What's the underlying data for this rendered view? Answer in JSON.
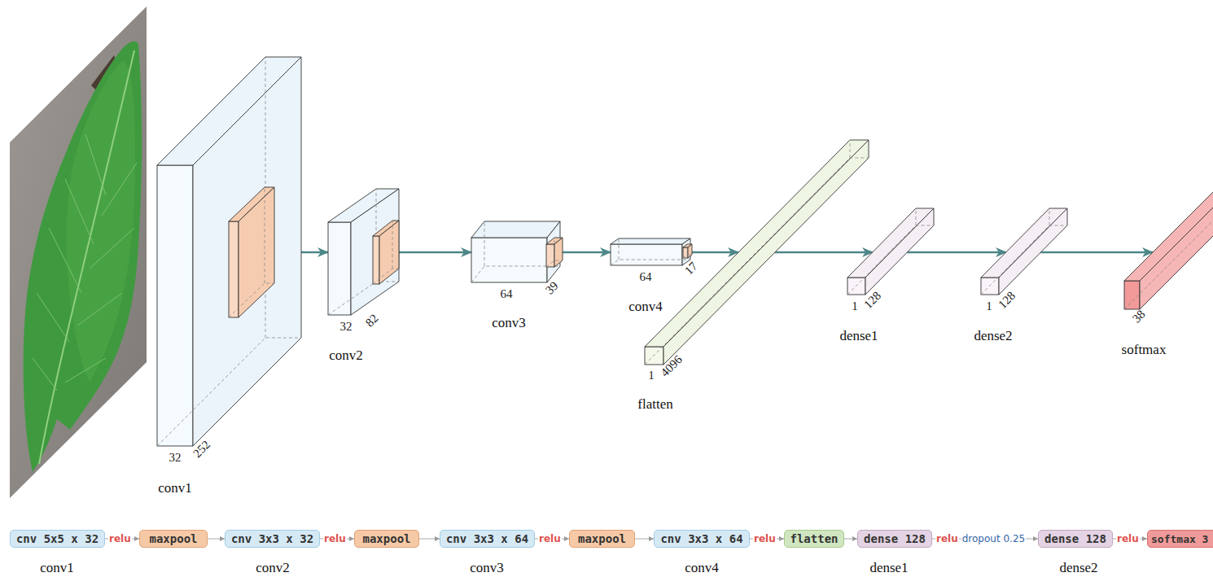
{
  "diagram": {
    "nodes": [
      {
        "text": [
          "32",
          "252",
          "conv1"
        ]
      },
      {
        "text": [
          "32",
          "82",
          "conv2"
        ]
      },
      {
        "text": [
          "64",
          "39",
          "conv3"
        ]
      },
      {
        "text": [
          "64",
          "17",
          "conv4"
        ]
      },
      {
        "text": [
          "1",
          "4096",
          "flatten"
        ]
      },
      {
        "text": [
          "1",
          "128",
          "dense1"
        ]
      },
      {
        "text": [
          "1",
          "128",
          "dense2"
        ]
      },
      {
        "text": [
          "38",
          "softmax"
        ]
      },
      {
        "text": [
          "cnv 5x5 x 32"
        ]
      },
      {
        "text": [
          "maxpool"
        ]
      },
      {
        "text": [
          "cnv 3x3 x 32"
        ]
      },
      {
        "text": [
          "maxpool"
        ]
      },
      {
        "text": [
          "cnv 3x3 x 64"
        ]
      },
      {
        "text": [
          "maxpool"
        ]
      },
      {
        "text": [
          "cnv 3x3 x 64"
        ]
      },
      {
        "text": [
          "flatten"
        ]
      },
      {
        "text": [
          "dense 128"
        ]
      },
      {
        "text": [
          "dense 128"
        ]
      },
      {
        "text": [
          "softmax 3"
        ]
      }
    ],
    "edges": [
      {
        "from": 0,
        "to": 1,
        "arrow": "to"
      },
      {
        "from": 1,
        "to": 2,
        "arrow": "to"
      },
      {
        "from": 2,
        "to": 3,
        "arrow": "to"
      },
      {
        "from": 3,
        "to": 4,
        "arrow": "to"
      },
      {
        "from": 4,
        "to": 5,
        "arrow": "to"
      },
      {
        "from": 5,
        "to": 6,
        "arrow": "to"
      },
      {
        "from": 6,
        "to": 7,
        "arrow": "to"
      },
      {
        "from": 8,
        "to": 9,
        "label": "relu",
        "arrow": "to"
      },
      {
        "from": 9,
        "to": 10,
        "arrow": "to"
      },
      {
        "from": 10,
        "to": 11,
        "label": "relu",
        "arrow": "to"
      },
      {
        "from": 11,
        "to": 12,
        "arrow": "to"
      },
      {
        "from": 12,
        "to": 13,
        "label": "relu",
        "arrow": "to"
      },
      {
        "from": 13,
        "to": 14,
        "arrow": "to"
      },
      {
        "from": 14,
        "to": 15,
        "label": "relu",
        "arrow": "to"
      },
      {
        "from": 15,
        "to": 16,
        "arrow": "to"
      },
      {
        "from": 16,
        "to": 17,
        "label": "relu",
        "arrow": "to"
      },
      {
        "from": 17,
        "to": 18,
        "label": "relu",
        "arrow": "to"
      }
    ],
    "labels": [
      "dropout 0.25",
      "conv1",
      "conv2",
      "conv3",
      "conv4",
      "dense1",
      "dense2"
    ]
  }
}
